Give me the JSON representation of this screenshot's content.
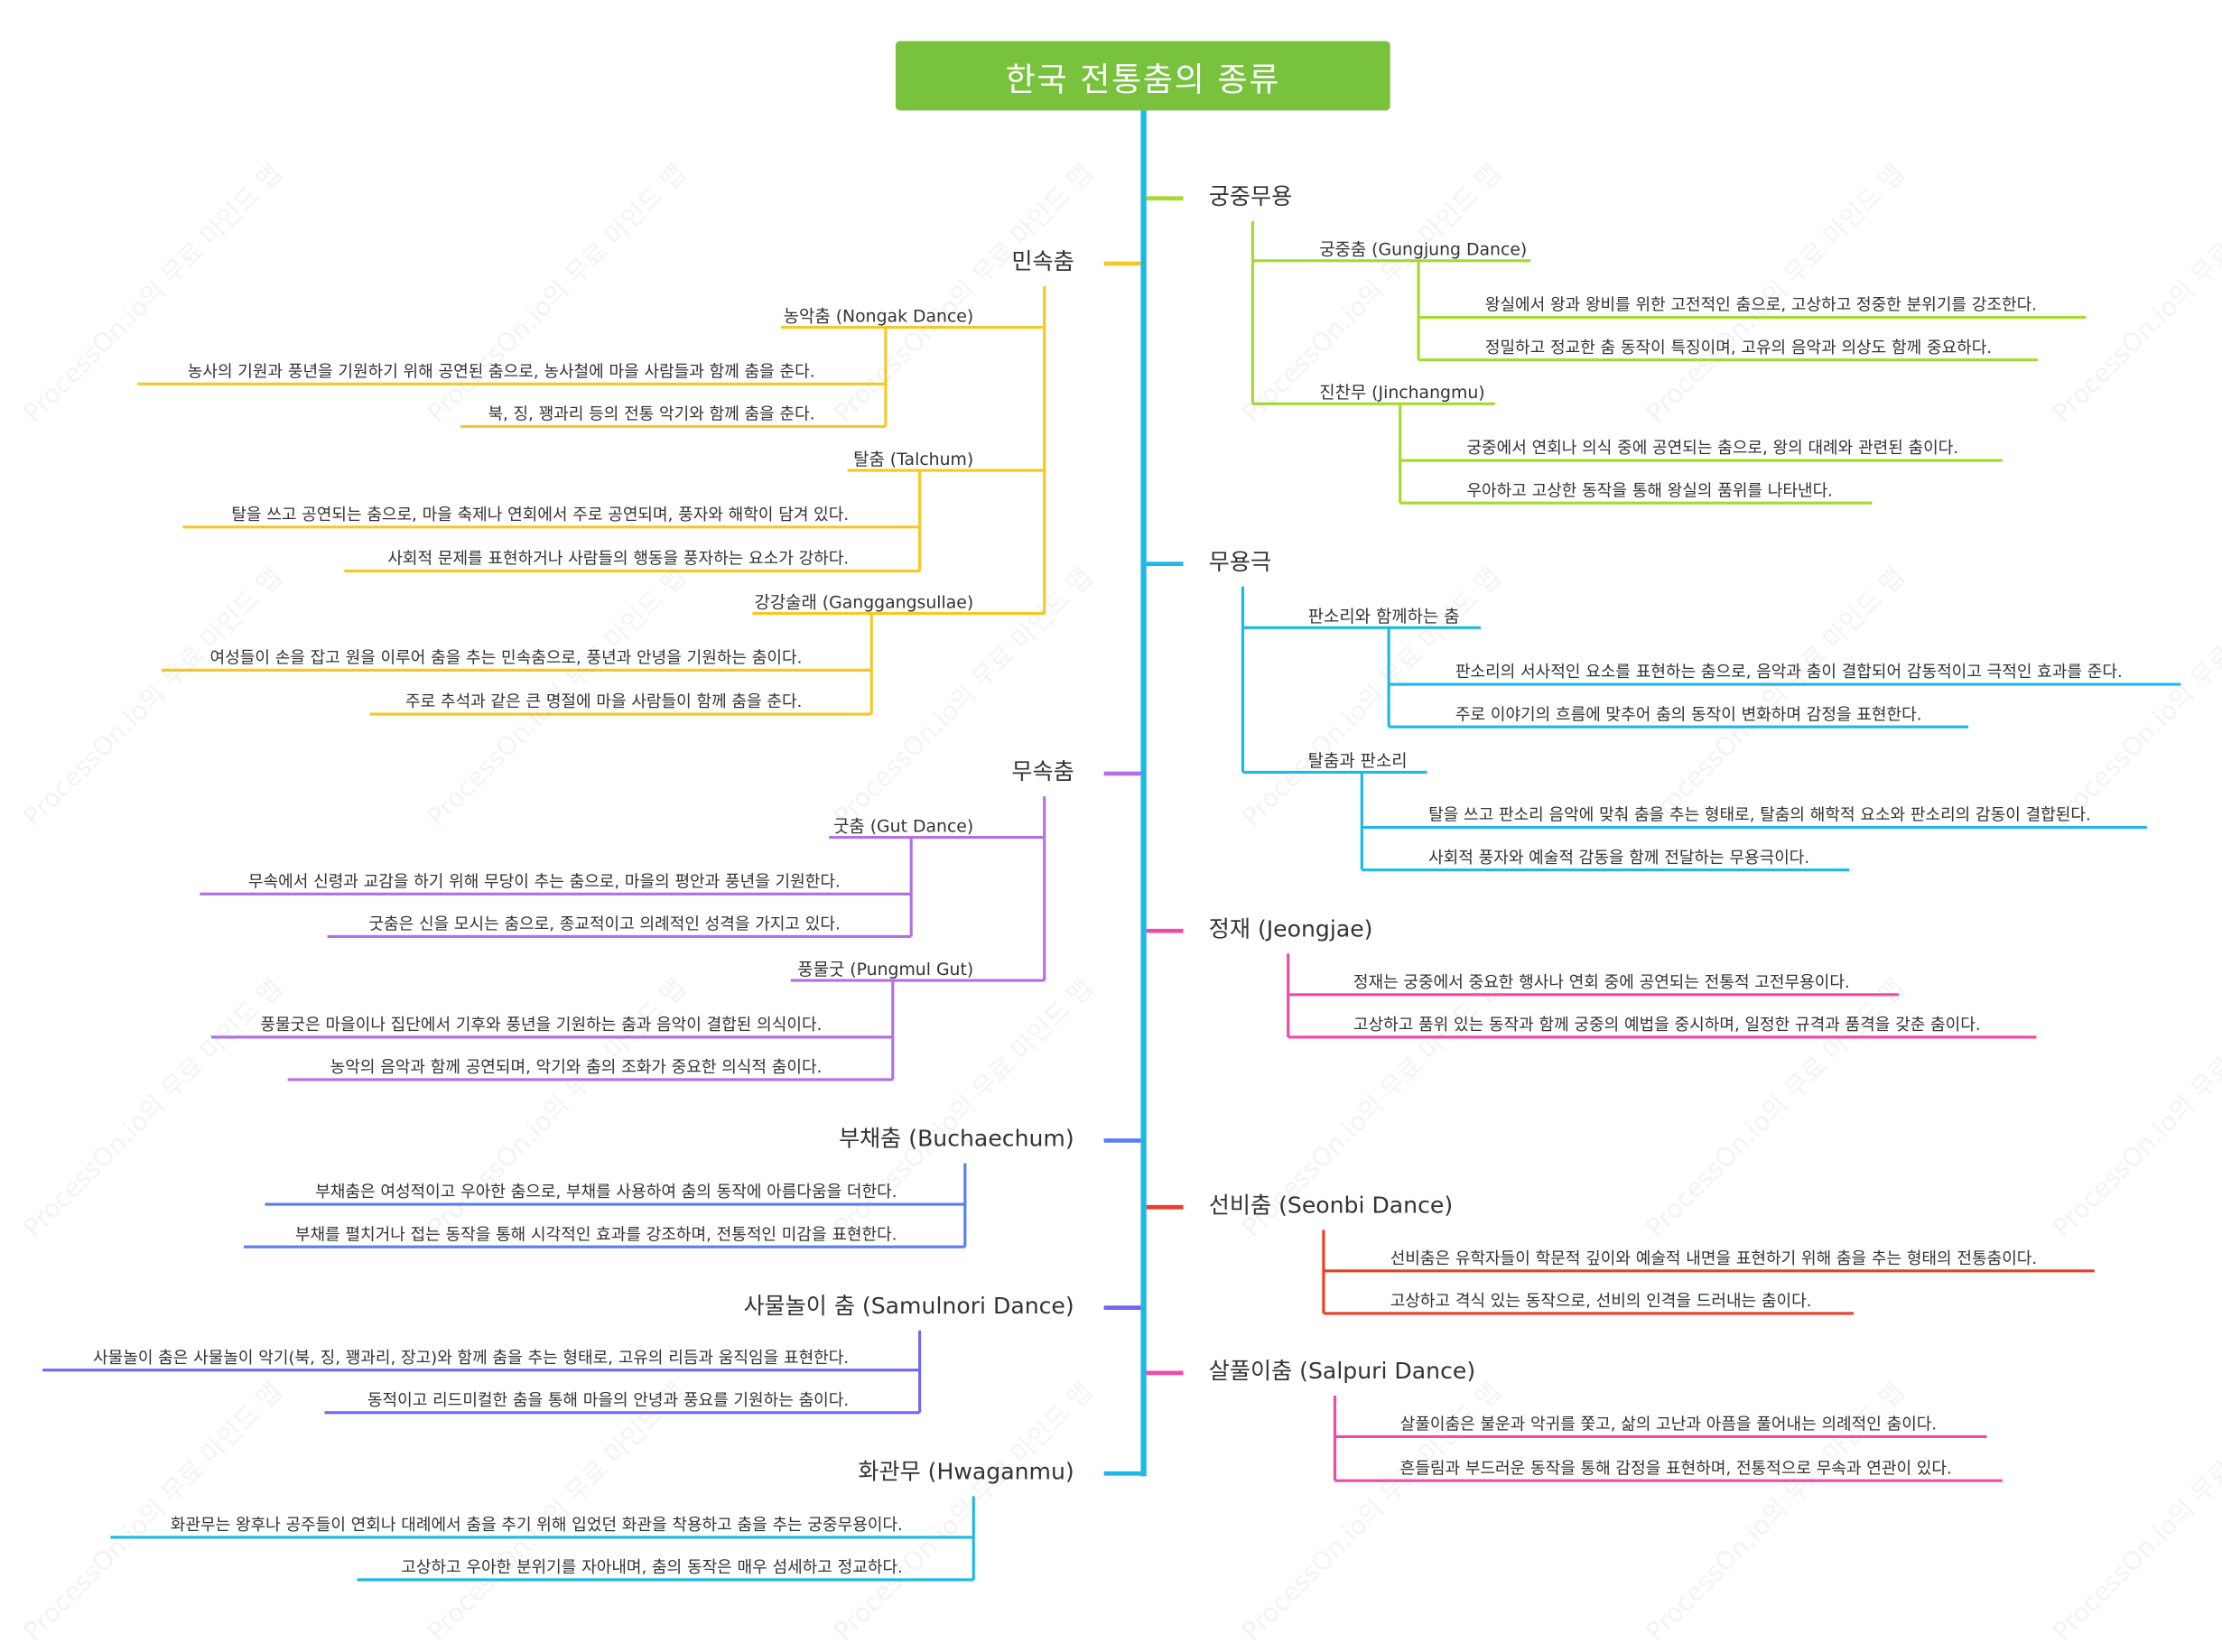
{
  "title": "한국 전통춤의 종류",
  "watermark": "ProcessOn.io의 무료 마인드 맵",
  "branches": [
    {
      "side": "right",
      "color": "#a6d92f",
      "label": "궁중무용",
      "children": [
        {
          "label": "궁중춤 (Gungjung Dance)",
          "notes": [
            "왕실에서 왕과 왕비를 위한 고전적인 춤으로, 고상하고 정중한 분위기를 강조한다.",
            "정밀하고 정교한 춤 동작이 특징이며, 고유의 음악과 의상도 함께 중요하다."
          ]
        },
        {
          "label": "진찬무 (Jinchangmu)",
          "notes": [
            "궁중에서 연회나 의식 중에 공연되는 춤으로, 왕의 대례와 관련된 춤이다.",
            "우아하고 고상한 동작을 통해 왕실의 품위를 나타낸다."
          ]
        }
      ]
    },
    {
      "side": "left",
      "color": "#f5c825",
      "label": "민속춤",
      "children": [
        {
          "label": "농악춤 (Nongak Dance)",
          "notes": [
            "농사의 기원과 풍년을 기원하기 위해 공연된 춤으로, 농사철에 마을 사람들과 함께 춤을 춘다.",
            "북, 징, 꽹과리 등의 전통 악기와 함께 춤을 춘다."
          ]
        },
        {
          "label": "탈춤 (Talchum)",
          "notes": [
            "탈을 쓰고 공연되는 춤으로, 마을 축제나 연회에서 주로 공연되며, 풍자와 해학이 담겨 있다.",
            "사회적 문제를 표현하거나 사람들의 행동을 풍자하는 요소가 강하다."
          ]
        },
        {
          "label": "강강술래 (Ganggangsullae)",
          "notes": [
            "여성들이 손을 잡고 원을 이루어 춤을 추는 민속춤으로, 풍년과 안녕을 기원하는 춤이다.",
            "주로 추석과 같은 큰 명절에 마을 사람들이 함께 춤을 춘다."
          ]
        }
      ]
    },
    {
      "side": "right",
      "color": "#1eb8e6",
      "label": "무용극",
      "children": [
        {
          "label": "판소리와 함께하는 춤",
          "notes": [
            "판소리의 서사적인 요소를 표현하는 춤으로, 음악과 춤이 결합되어 감동적이고 극적인 효과를 준다.",
            "주로 이야기의 흐름에 맞추어 춤의 동작이 변화하며 감정을 표현한다."
          ]
        },
        {
          "label": "탈춤과 판소리",
          "notes": [
            "탈을 쓰고 판소리 음악에 맞춰 춤을 추는 형태로, 탈춤의 해학적 요소와 판소리의 감동이 결합된다.",
            "사회적 풍자와 예술적 감동을 함께 전달하는 무용극이다."
          ]
        }
      ]
    },
    {
      "side": "left",
      "color": "#b070e6",
      "label": "무속춤",
      "children": [
        {
          "label": "굿춤 (Gut Dance)",
          "notes": [
            "무속에서 신령과 교감을 하기 위해 무당이 추는 춤으로, 마을의 평안과 풍년을 기원한다.",
            "굿춤은 신을 모시는 춤으로, 종교적이고 의례적인 성격을 가지고 있다."
          ]
        },
        {
          "label": "풍물굿 (Pungmul Gut)",
          "notes": [
            "풍물굿은 마을이나 집단에서 기후와 풍년을 기원하는 춤과 음악이 결합된 의식이다.",
            "농악의 음악과 함께 공연되며, 악기와 춤의 조화가 중요한 의식적 춤이다."
          ]
        }
      ]
    },
    {
      "side": "right",
      "color": "#f04aa8",
      "label": "정재 (Jeongjae)",
      "children": [],
      "notes": [
        "정재는 궁중에서 중요한 행사나 연회 중에 공연되는 전통적 고전무용이다.",
        "고상하고 품위 있는 동작과 함께 궁중의 예법을 중시하며, 일정한 규격과 품격을 갖춘 춤이다."
      ]
    },
    {
      "side": "left",
      "color": "#5a7cf0",
      "label": "부채춤 (Buchaechum)",
      "children": [],
      "notes": [
        "부채춤은 여성적이고 우아한 춤으로, 부채를 사용하여 춤의 동작에 아름다움을 더한다.",
        "부채를 펼치거나 접는 동작을 통해 시각적인 효과를 강조하며, 전통적인 미감을 표현한다."
      ]
    },
    {
      "side": "right",
      "color": "#ec3e26",
      "label": "선비춤 (Seonbi Dance)",
      "children": [],
      "notes": [
        "선비춤은 유학자들이 학문적 깊이와 예술적 내면을 표현하기 위해 춤을 추는 형태의 전통춤이다.",
        "고상하고 격식 있는 동작으로, 선비의 인격을 드러내는 춤이다."
      ]
    },
    {
      "side": "left",
      "color": "#7068f0",
      "label": "사물놀이 춤 (Samulnori Dance)",
      "children": [],
      "notes": [
        "사물놀이 춤은 사물놀이 악기(북, 징, 꽹과리, 장고)와 함께 춤을 추는 형태로, 고유의 리듬과 움직임을 표현한다.",
        "동적이고 리드미컬한 춤을 통해 마을의 안녕과 풍요를 기원하는 춤이다."
      ]
    },
    {
      "side": "right",
      "color": "#f04aa8",
      "label": "살풀이춤 (Salpuri Dance)",
      "children": [],
      "notes": [
        "살풀이춤은 불운과 악귀를 쫓고, 삶의 고난과 아픔을 풀어내는 의례적인 춤이다.",
        "흔들림과 부드러운 동작을 통해 감정을 표현하며, 전통적으로 무속과 연관이 있다."
      ]
    },
    {
      "side": "left",
      "color": "#1eb8e6",
      "label": "화관무 (Hwaganmu)",
      "children": [],
      "notes": [
        "화관무는 왕후나 공주들이 연회나 대례에서 춤을 추기 위해 입었던 화관을 착용하고 춤을 추는 궁중무용이다.",
        "고상하고 우아한 분위기를 자아내며, 춤의 동작은 매우 섬세하고 정교하다."
      ]
    }
  ]
}
